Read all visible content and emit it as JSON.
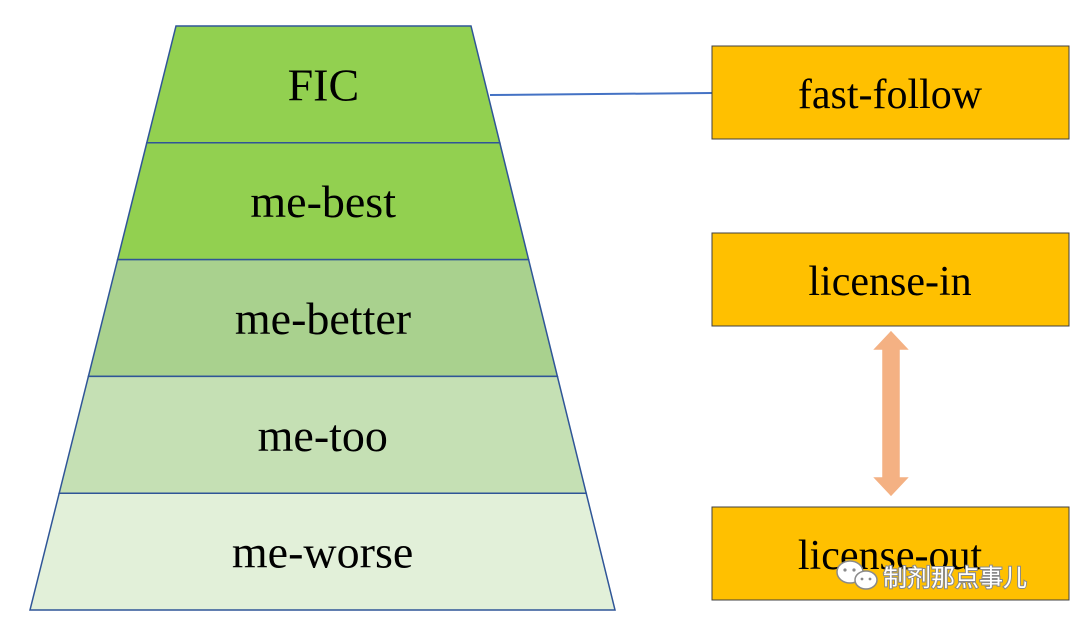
{
  "pyramid": {
    "tiers": [
      {
        "label": "FIC",
        "fill": "#92D050"
      },
      {
        "label": "me-best",
        "fill": "#92D050"
      },
      {
        "label": "me-better",
        "fill": "#A9D18E"
      },
      {
        "label": "me-too",
        "fill": "#C5E0B4"
      },
      {
        "label": "me-worse",
        "fill": "#E2F0D9"
      }
    ],
    "outline_color": "#2F5597"
  },
  "boxes": [
    {
      "id": "fast-follow",
      "label": "fast-follow",
      "fill": "#FFC000"
    },
    {
      "id": "license-in",
      "label": "license-in",
      "fill": "#FFC000"
    },
    {
      "id": "license-out",
      "label": "license-out",
      "fill": "#FFC000"
    }
  ],
  "connector": {
    "color": "#4472C4"
  },
  "arrow": {
    "fill": "#F4B183",
    "stroke": "#F4B183"
  },
  "watermark": {
    "text": "制剂那点事儿",
    "icon": "wechat-icon"
  }
}
